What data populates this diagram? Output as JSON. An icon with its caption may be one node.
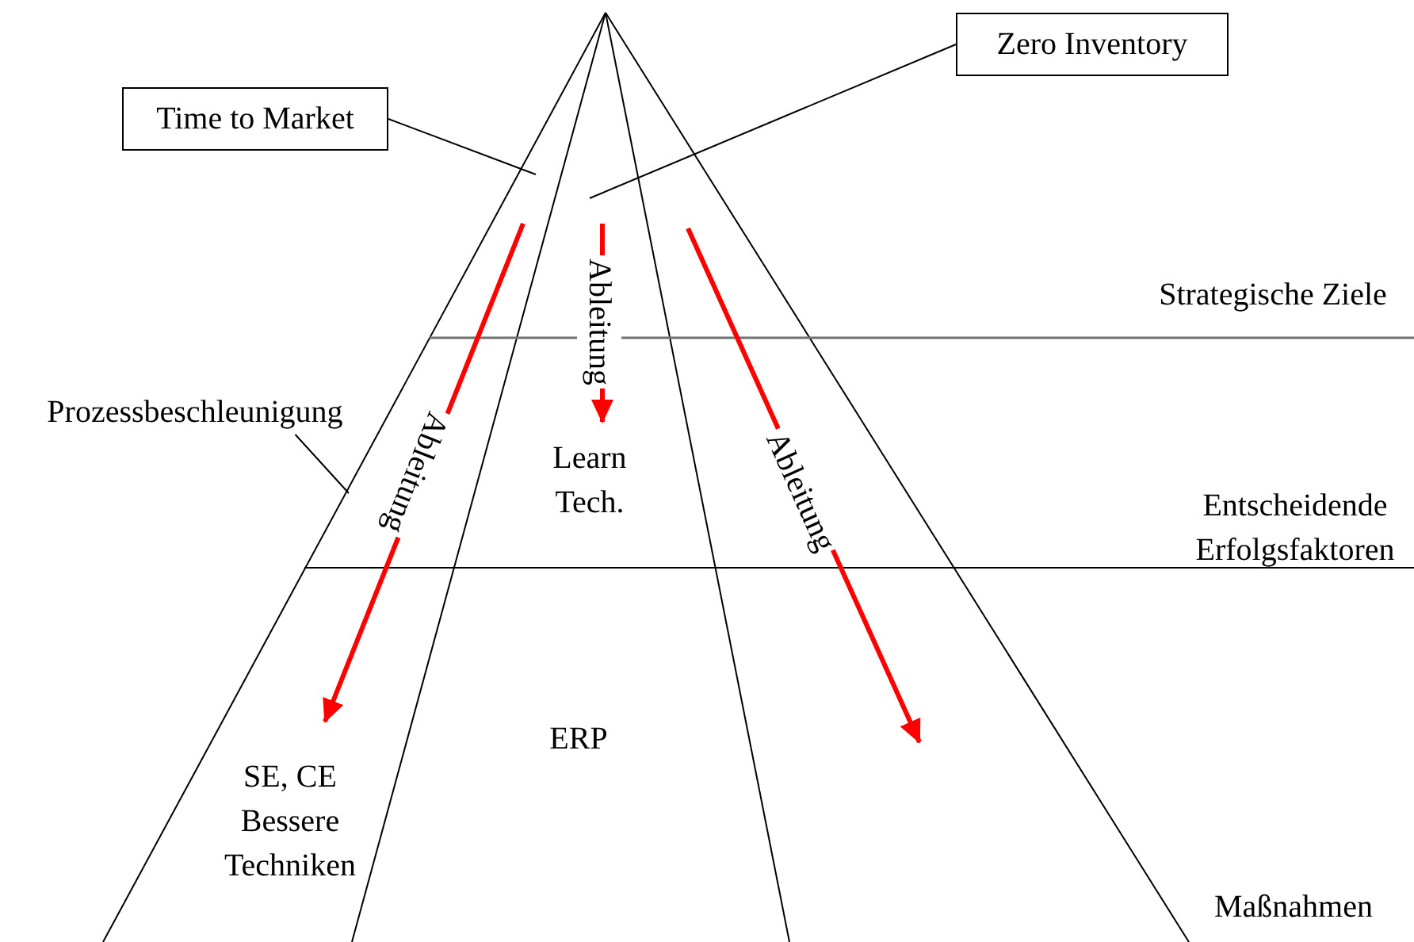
{
  "diagram": {
    "nodes": [
      {
        "text": [
          "Time to Market"
        ]
      },
      {
        "text": [
          "Zero Inventory"
        ]
      },
      {
        "text": [
          "Prozessbeschleunigung"
        ]
      }
    ],
    "edges": [
      {
        "from": 0,
        "to": null,
        "arrow": "none"
      },
      {
        "from": 1,
        "to": null,
        "arrow": "none"
      },
      {
        "from": 2,
        "to": null,
        "arrow": "none"
      }
    ],
    "labels": [
      "Ableitung",
      "Strategische Ziele",
      "Ableitung",
      "Learn Tech.",
      "Ableitung",
      "Entscheidende Erfolgsfaktoren",
      "ERP",
      "SE, CE Bessere Techniken",
      "Maßnahmen"
    ]
  }
}
